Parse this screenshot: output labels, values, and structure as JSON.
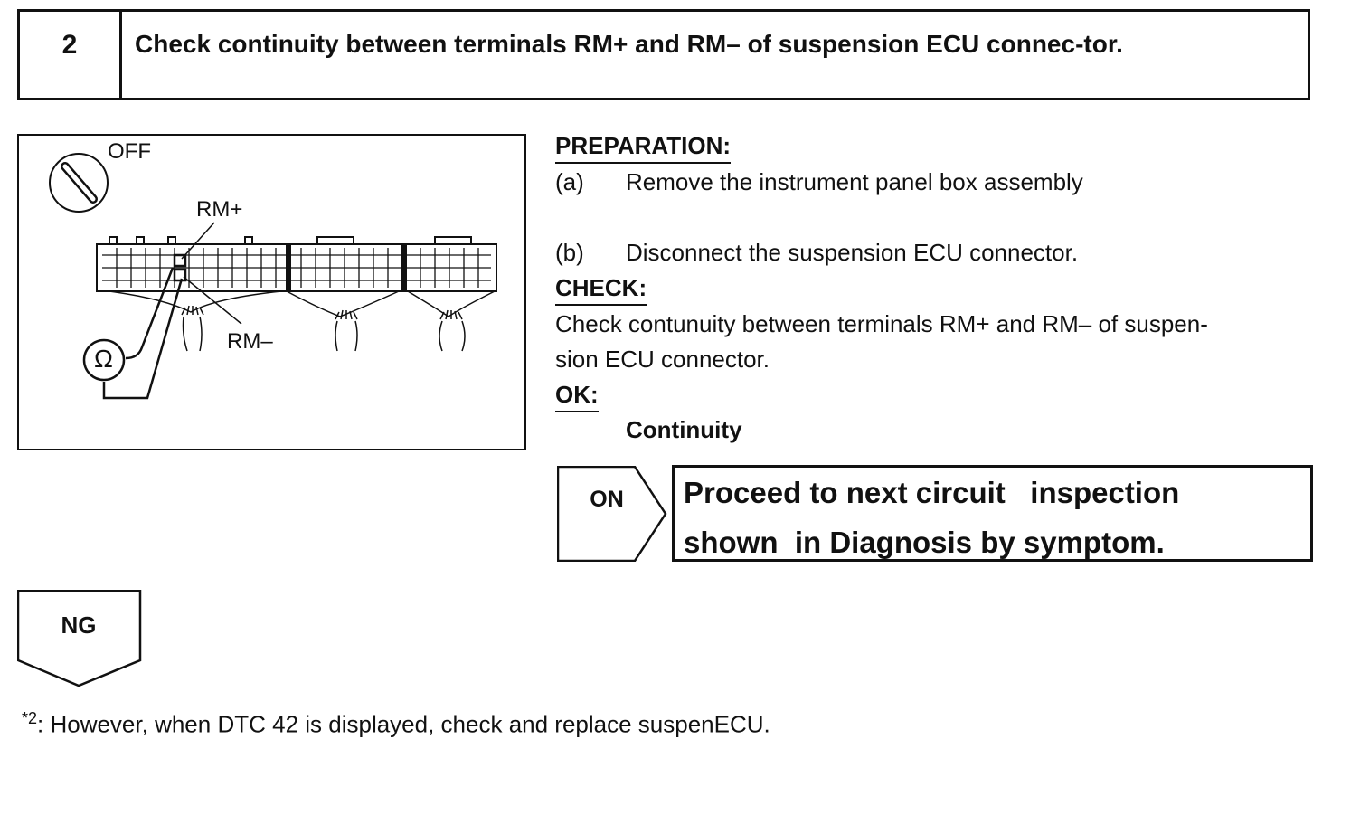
{
  "step": {
    "number": "2",
    "title": "Check continuity between terminals RM+ and RM– of suspension ECU connec-tor."
  },
  "figure": {
    "off_label": "OFF",
    "rm_plus_label": "RM+",
    "rm_minus_label": "RM–",
    "ohm_symbol": "Ω"
  },
  "preparation": {
    "heading": "PREPARATION:",
    "items": [
      {
        "tag": "(a)",
        "text": "Remove the instrument panel box assembly"
      },
      {
        "tag": "(b)",
        "text": "Disconnect the suspension ECU connector."
      }
    ]
  },
  "check": {
    "heading": "CHECK:",
    "line1": "Check contunuity between terminals RM+ and RM– of suspen-",
    "line2": "sion ECU connector."
  },
  "ok": {
    "heading": "OK:",
    "value": "Continuity"
  },
  "on_branch": {
    "label": "ON",
    "line1": "Proceed to next circuit   inspection",
    "line2": "shown  in Diagnosis by symptom."
  },
  "ng_branch": {
    "label": "NG"
  },
  "footnote": {
    "marker": "*2",
    "text": ": However, when DTC 42 is displayed, check and replace suspenECU."
  }
}
